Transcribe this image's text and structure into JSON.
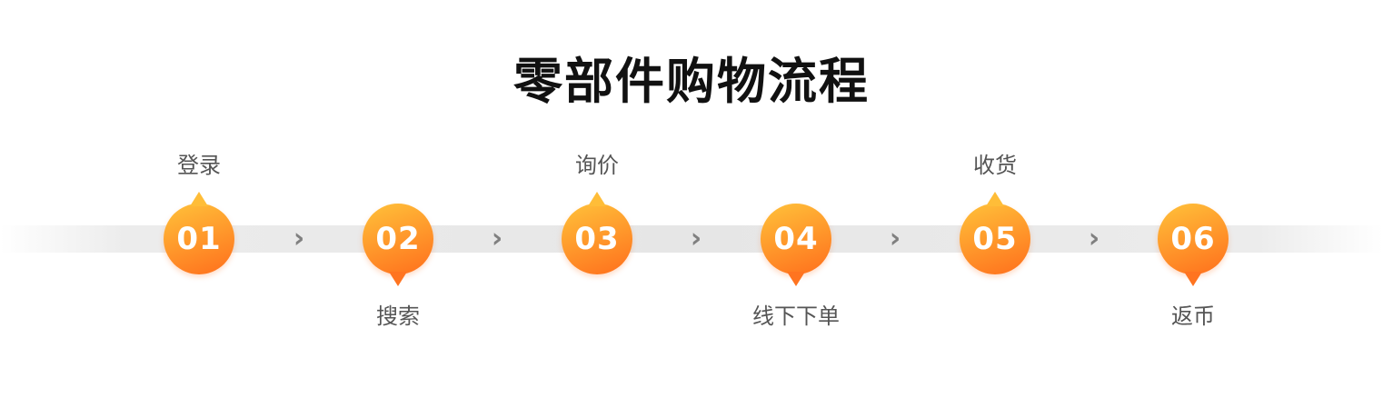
{
  "title": "零部件购物流程",
  "steps": [
    {
      "number": "01",
      "label": "登录",
      "label_position": "above"
    },
    {
      "number": "02",
      "label": "搜索",
      "label_position": "below"
    },
    {
      "number": "03",
      "label": "询价",
      "label_position": "above"
    },
    {
      "number": "04",
      "label": "线下下单",
      "label_position": "below"
    },
    {
      "number": "05",
      "label": "收货",
      "label_position": "above"
    },
    {
      "number": "06",
      "label": "返币",
      "label_position": "below"
    }
  ],
  "arrow_glyph": "›",
  "colors": {
    "title": "#111111",
    "label": "#555555",
    "bubble_light": "#ffc23a",
    "bubble_dark": "#ff6f1c",
    "track": "#e6e6e6",
    "arrow": "#808080"
  }
}
